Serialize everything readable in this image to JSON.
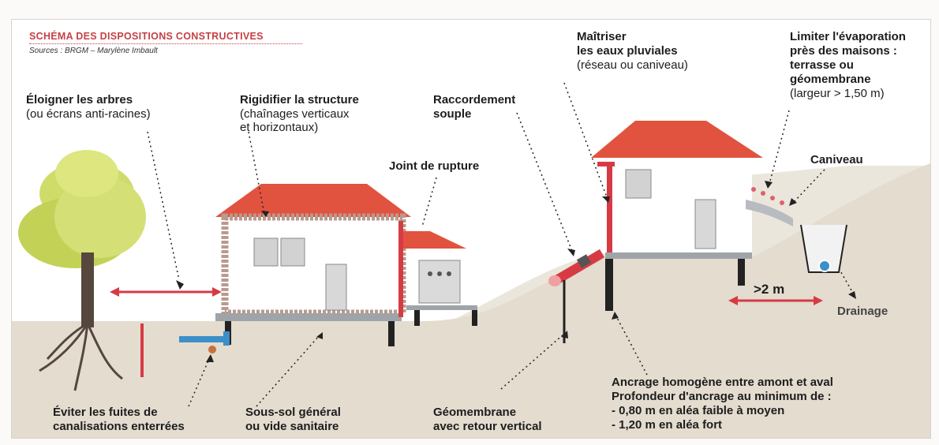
{
  "header": {
    "title": "SCHÉMA DES DISPOSITIONS CONSTRUCTIVES",
    "sources": "Sources : BRGM – Marylène Imbault"
  },
  "labels": {
    "eloigner_title": "Éloigner les arbres",
    "eloigner_sub": "(ou écrans anti-racines)",
    "rigidifier_title": "Rigidifier la structure",
    "rigidifier_sub1": "(chaînages verticaux",
    "rigidifier_sub2": "et horizontaux)",
    "joint": "Joint de rupture",
    "raccordement1": "Raccordement",
    "raccordement2": "souple",
    "maitriser1": "Maîtriser",
    "maitriser2": "les eaux pluviales",
    "maitriser_sub": "(réseau ou caniveau)",
    "limiter1": "Limiter l'évaporation",
    "limiter2": "près des maisons :",
    "limiter3": "terrasse ou",
    "limiter4": "géomembrane",
    "limiter_sub": "(largeur > 1,50 m)",
    "caniveau": "Caniveau",
    "distance": ">2 m",
    "drainage": "Drainage",
    "fuites1": "Éviter les fuites de",
    "fuites2": "canalisations enterrées",
    "soussol1": "Sous-sol général",
    "soussol2": "ou vide sanitaire",
    "geomembrane1": "Géomembrane",
    "geomembrane2": "avec retour vertical",
    "ancrage1": "Ancrage homogène entre amont et aval",
    "ancrage2": "Profondeur d'ancrage au minimum de :",
    "ancrage3": "- 0,80 m en aléa faible à moyen",
    "ancrage4": "- 1,20 m en aléa fort"
  },
  "colors": {
    "roof": "#e1533f",
    "ground": "#e3dccf",
    "accent_red": "#d63b44",
    "chain": "#b89a8e",
    "pipe_blue": "#3d8fc8",
    "tree": "#c9d85a"
  }
}
